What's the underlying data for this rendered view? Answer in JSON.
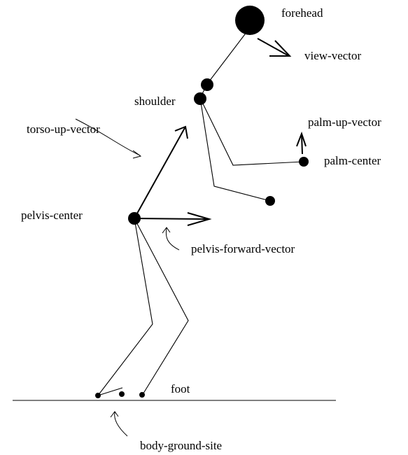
{
  "labels": {
    "forehead": "forehead",
    "view_vector": "view-vector",
    "shoulder": "shoulder",
    "torso_up_vector": "torso-up-vector",
    "palm_up_vector": "palm-up-vector",
    "palm_center": "palm-center",
    "pelvis_center": "pelvis-center",
    "pelvis_forward_vector": "pelvis-forward-vector",
    "foot": "foot",
    "body_ground_site": "body-ground-site"
  }
}
